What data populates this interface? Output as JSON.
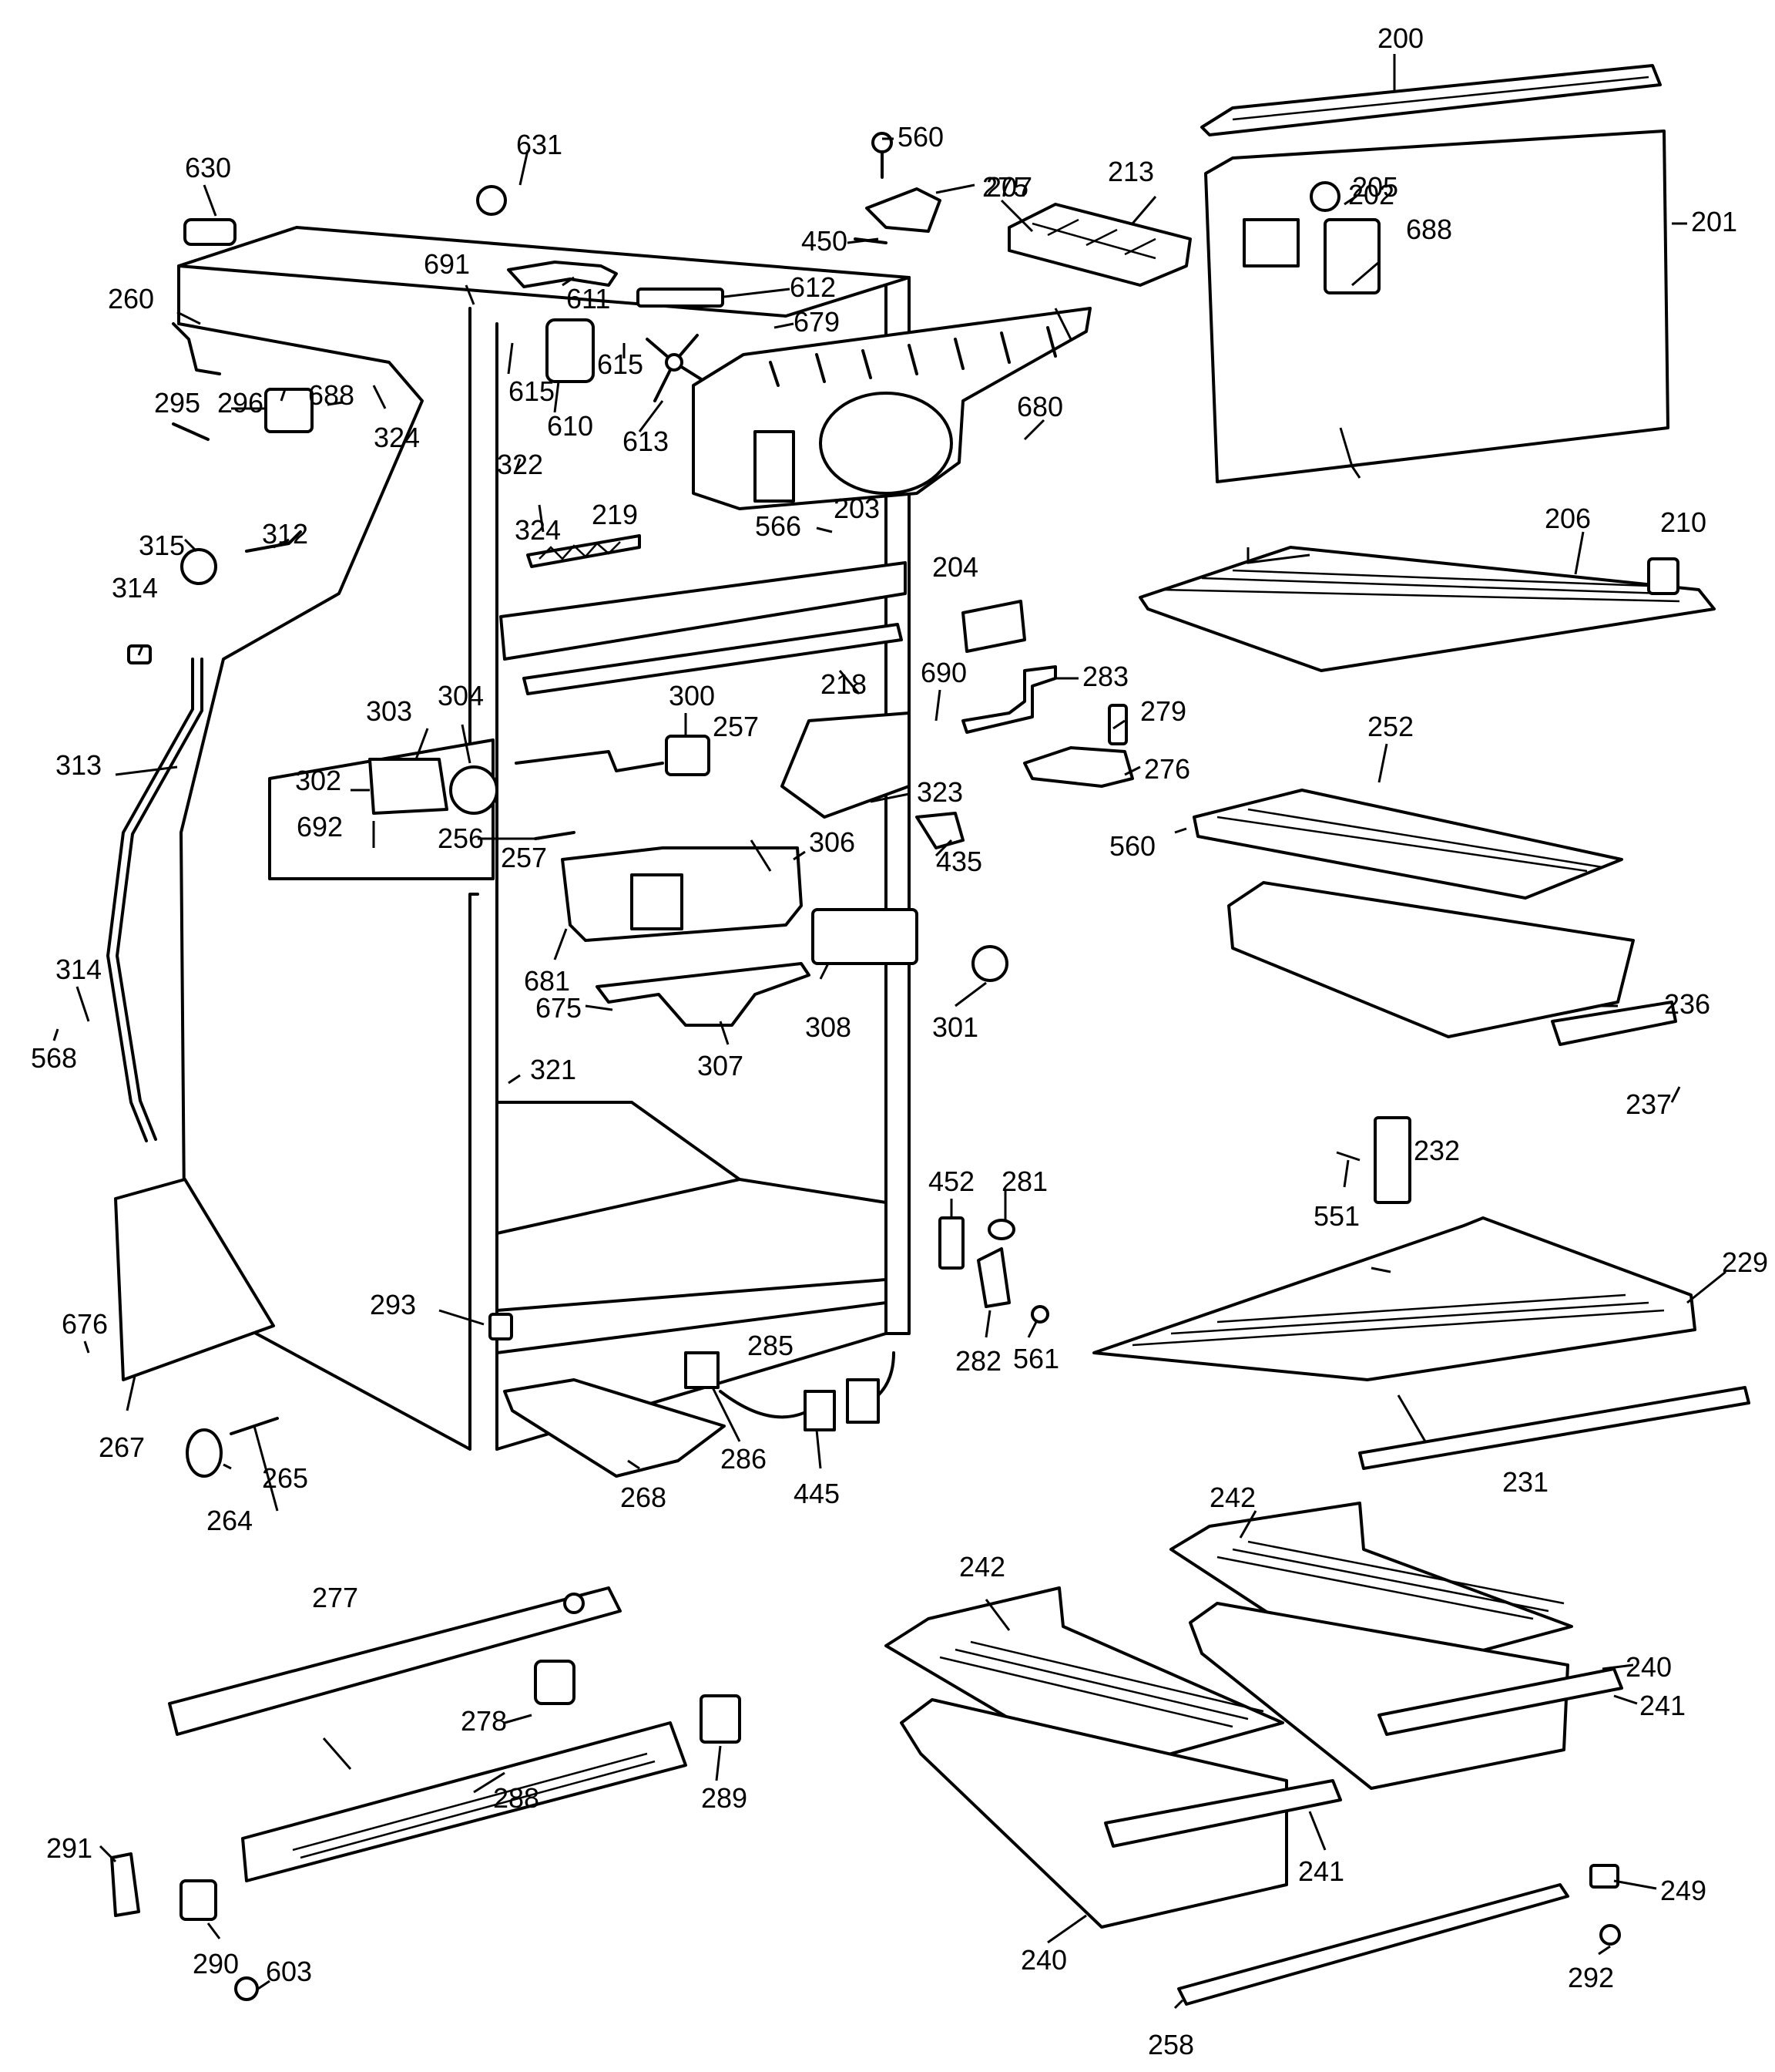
{
  "labels": [
    "200",
    "201",
    "202",
    "203",
    "204",
    "205",
    "206",
    "207",
    "210",
    "213",
    "218",
    "219",
    "229",
    "231",
    "232",
    "236",
    "237",
    "240",
    "240",
    "241",
    "241",
    "242",
    "242",
    "249",
    "252",
    "256",
    "257",
    "257",
    "258",
    "260",
    "264",
    "265",
    "267",
    "268",
    "275",
    "276",
    "277",
    "278",
    "279",
    "281",
    "282",
    "283",
    "285",
    "286",
    "288",
    "289",
    "290",
    "291",
    "292",
    "293",
    "295",
    "296",
    "300",
    "301",
    "302",
    "303",
    "304",
    "306",
    "307",
    "308",
    "312",
    "313",
    "314",
    "314",
    "315",
    "321",
    "322",
    "323",
    "324",
    "324",
    "435",
    "445",
    "450",
    "452",
    "551",
    "560",
    "560",
    "561",
    "566",
    "568",
    "603",
    "610",
    "611",
    "612",
    "613",
    "615",
    "615",
    "630",
    "631",
    "675",
    "676",
    "679",
    "680",
    "681",
    "688",
    "688",
    "690",
    "691",
    "692"
  ]
}
